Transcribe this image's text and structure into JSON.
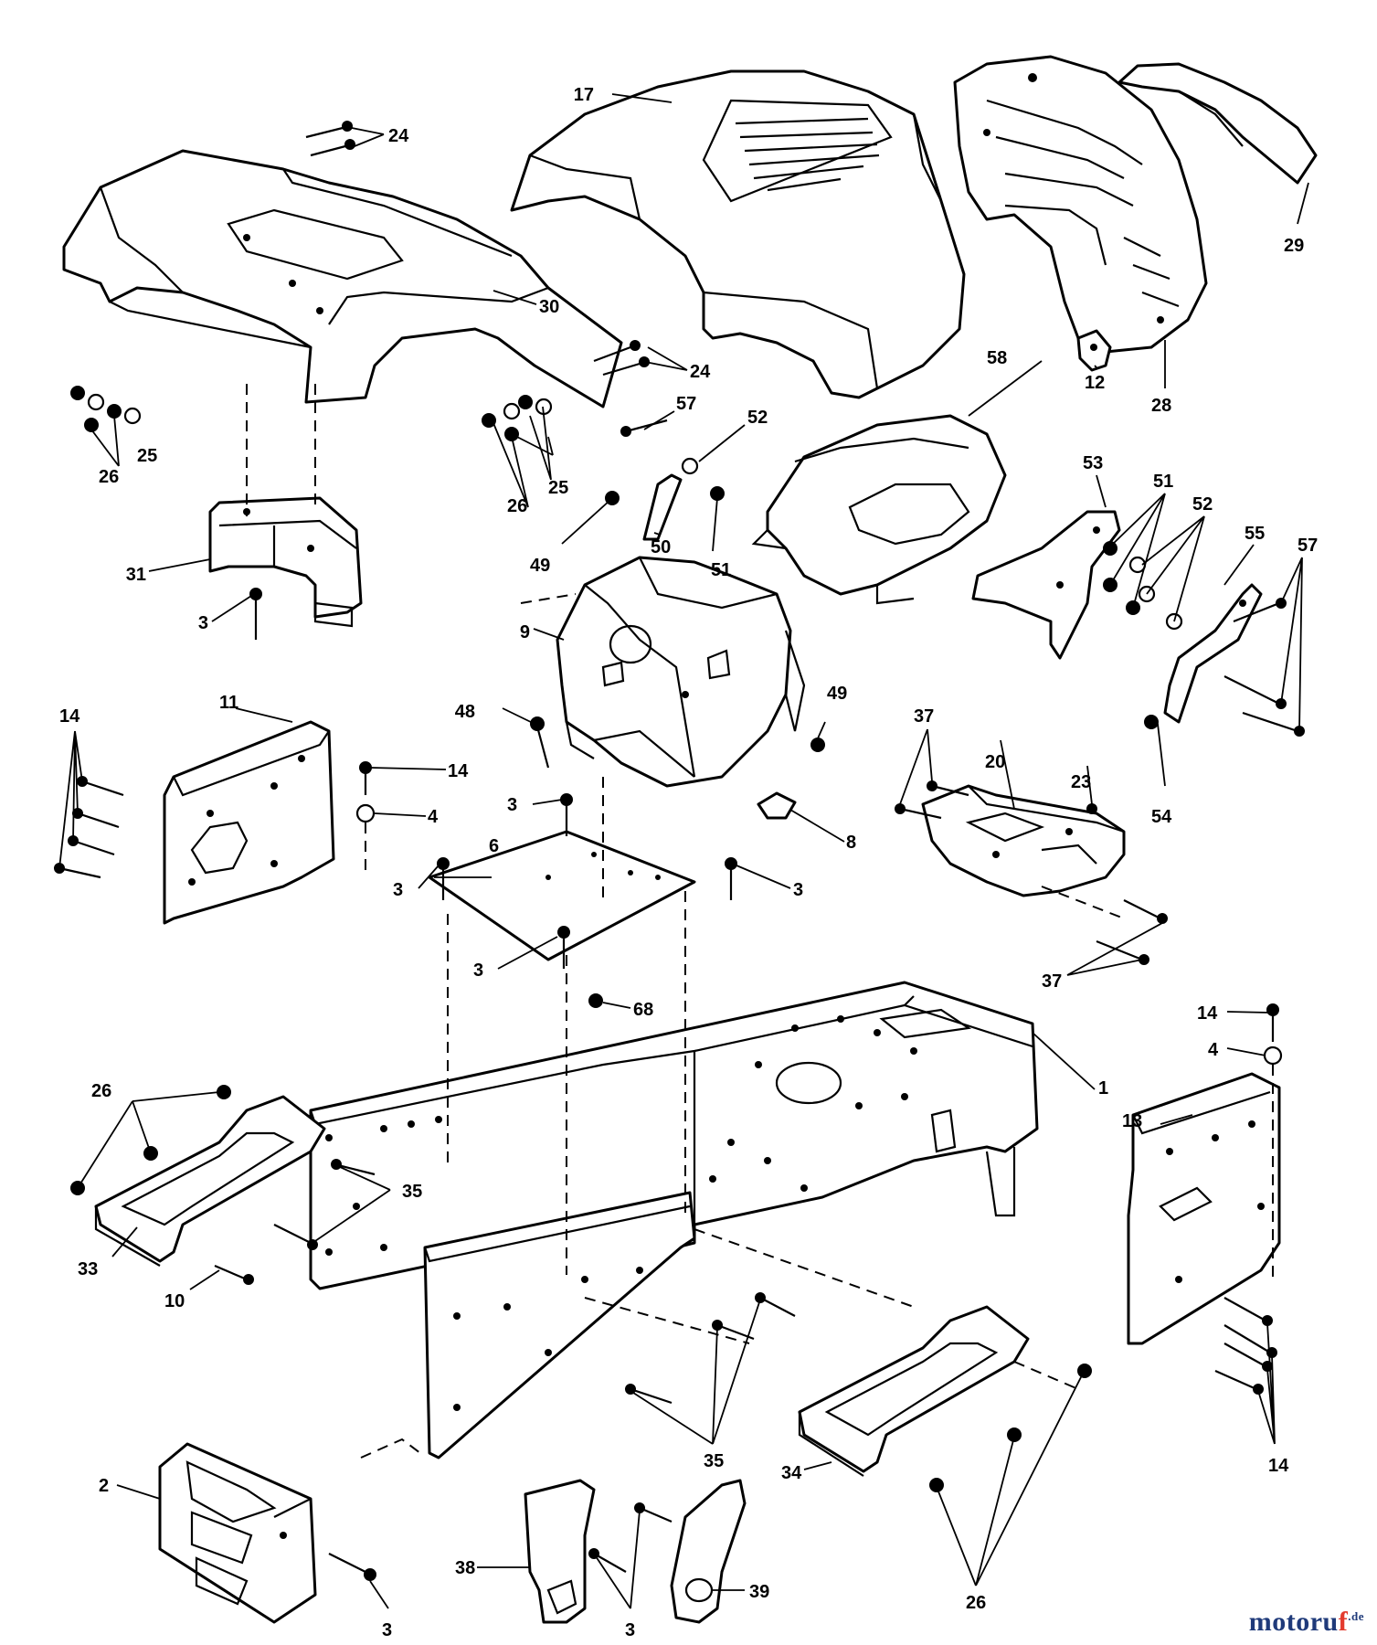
{
  "brand": {
    "name": "motoruf",
    "dot_accent": "f",
    "tld": ".de",
    "color_main": "#1f3a7a",
    "color_accent": "#e33b2e"
  },
  "callouts": [
    {
      "id": "c17",
      "text": "17"
    },
    {
      "id": "c24a",
      "text": "24"
    },
    {
      "id": "c29",
      "text": "29"
    },
    {
      "id": "c30",
      "text": "30"
    },
    {
      "id": "c12",
      "text": "12"
    },
    {
      "id": "c28",
      "text": "28"
    },
    {
      "id": "c24b",
      "text": "24"
    },
    {
      "id": "c58",
      "text": "58"
    },
    {
      "id": "c57a",
      "text": "57"
    },
    {
      "id": "c52a",
      "text": "52"
    },
    {
      "id": "c25a",
      "text": "25"
    },
    {
      "id": "c26a",
      "text": "26"
    },
    {
      "id": "c25b",
      "text": "25"
    },
    {
      "id": "c26b",
      "text": "26"
    },
    {
      "id": "c53",
      "text": "53"
    },
    {
      "id": "c51a",
      "text": "51"
    },
    {
      "id": "c52b",
      "text": "52"
    },
    {
      "id": "c55",
      "text": "55"
    },
    {
      "id": "c57b",
      "text": "57"
    },
    {
      "id": "c49a",
      "text": "49"
    },
    {
      "id": "c50",
      "text": "50"
    },
    {
      "id": "c51b",
      "text": "51"
    },
    {
      "id": "c31",
      "text": "31"
    },
    {
      "id": "c3a",
      "text": "3"
    },
    {
      "id": "c9",
      "text": "9"
    },
    {
      "id": "c11",
      "text": "11"
    },
    {
      "id": "c48",
      "text": "48"
    },
    {
      "id": "c49b",
      "text": "49"
    },
    {
      "id": "c14a",
      "text": "14"
    },
    {
      "id": "c14b",
      "text": "14"
    },
    {
      "id": "c37a",
      "text": "37"
    },
    {
      "id": "c20",
      "text": "20"
    },
    {
      "id": "c23",
      "text": "23"
    },
    {
      "id": "c4a",
      "text": "4"
    },
    {
      "id": "c3b",
      "text": "3"
    },
    {
      "id": "c54",
      "text": "54"
    },
    {
      "id": "c8",
      "text": "8"
    },
    {
      "id": "c3c",
      "text": "3"
    },
    {
      "id": "c6",
      "text": "6"
    },
    {
      "id": "c3d",
      "text": "3"
    },
    {
      "id": "c37b",
      "text": "37"
    },
    {
      "id": "c3e",
      "text": "3"
    },
    {
      "id": "c68",
      "text": "68"
    },
    {
      "id": "c14c",
      "text": "14"
    },
    {
      "id": "c4b",
      "text": "4"
    },
    {
      "id": "c1",
      "text": "1"
    },
    {
      "id": "c26c",
      "text": "26"
    },
    {
      "id": "c13",
      "text": "13"
    },
    {
      "id": "c35a",
      "text": "35"
    },
    {
      "id": "c33",
      "text": "33"
    },
    {
      "id": "c10",
      "text": "10"
    },
    {
      "id": "c35b",
      "text": "35"
    },
    {
      "id": "c2",
      "text": "2"
    },
    {
      "id": "c34",
      "text": "34"
    },
    {
      "id": "c14d",
      "text": "14"
    },
    {
      "id": "c38",
      "text": "38"
    },
    {
      "id": "c39",
      "text": "39"
    },
    {
      "id": "c3f",
      "text": "3"
    },
    {
      "id": "c3g",
      "text": "3"
    },
    {
      "id": "c26d",
      "text": "26"
    }
  ]
}
